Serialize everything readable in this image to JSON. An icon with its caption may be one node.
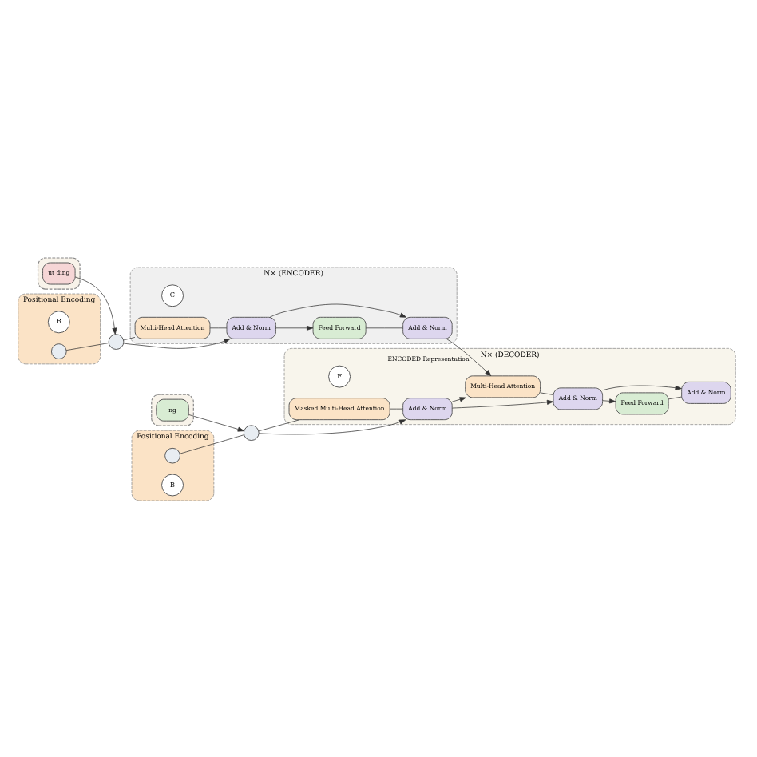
{
  "diagram": {
    "nodes": [
      {
        "text": [],
        "shape": "box"
      },
      {
        "text": [
          "ut ding"
        ],
        "in": 0
      },
      {
        "text": [
          "Positional Encoding"
        ]
      },
      {
        "text": [
          "B"
        ],
        "in": 2
      },
      {
        "text": [],
        "shape": "circle",
        "in": 2
      },
      {
        "text": [],
        "shape": "circle"
      },
      {
        "text": [
          "N× (ENCODER)"
        ]
      },
      {
        "text": [
          "C"
        ],
        "in": 6
      },
      {
        "text": [
          "Multi-Head Attention"
        ],
        "in": 6
      },
      {
        "text": [
          "Add & Norm"
        ],
        "in": 6
      },
      {
        "text": [
          "Feed Forward"
        ],
        "in": 6
      },
      {
        "text": [
          "Add & Norm"
        ],
        "in": 6
      },
      {
        "text": [],
        "shape": "box"
      },
      {
        "text": [
          "ng"
        ],
        "in": 12
      },
      {
        "text": [],
        "shape": "circle"
      },
      {
        "text": [
          "Positional Encoding"
        ]
      },
      {
        "text": [],
        "shape": "circle",
        "in": 15
      },
      {
        "text": [
          "B"
        ],
        "in": 15
      },
      {
        "text": [
          "N× (DECODER)"
        ]
      },
      {
        "text": [
          "F"
        ],
        "in": 18
      },
      {
        "text": [
          "Masked Multi-Head Attention"
        ],
        "in": 18
      },
      {
        "text": [
          "Add & Norm"
        ],
        "in": 18
      },
      {
        "text": [
          "Multi-Head Attention"
        ],
        "in": 18
      },
      {
        "text": [
          "Add & Norm"
        ],
        "in": 18
      },
      {
        "text": [
          "Feed Forward"
        ],
        "in": 18
      },
      {
        "text": [
          "Add & Norm"
        ],
        "in": 18
      }
    ],
    "edges": [
      {
        "from": 1,
        "to": 5,
        "arrow": "to"
      },
      {
        "from": 4,
        "to": 5,
        "arrow": "none"
      },
      {
        "from": 5,
        "to": 8,
        "arrow": "none"
      },
      {
        "from": 5,
        "to": 9,
        "arrow": "to"
      },
      {
        "from": 8,
        "to": 9,
        "arrow": "none"
      },
      {
        "from": 9,
        "to": 10,
        "arrow": "to"
      },
      {
        "from": 9,
        "to": 11,
        "arrow": "to"
      },
      {
        "from": 10,
        "to": 11,
        "arrow": "none"
      },
      {
        "from": 11,
        "to": 22,
        "arrow": "to",
        "label": "ENCODED Representation"
      },
      {
        "from": 13,
        "to": 14,
        "arrow": "to"
      },
      {
        "from": 16,
        "to": 14,
        "arrow": "none"
      },
      {
        "from": 14,
        "to": 20,
        "arrow": "none"
      },
      {
        "from": 14,
        "to": 21,
        "arrow": "to"
      },
      {
        "from": 20,
        "to": 21,
        "arrow": "none"
      },
      {
        "from": 21,
        "to": 22,
        "arrow": "to"
      },
      {
        "from": 21,
        "to": 23,
        "arrow": "to"
      },
      {
        "from": 22,
        "to": 23,
        "arrow": "none"
      },
      {
        "from": 23,
        "to": 24,
        "arrow": "to"
      },
      {
        "from": 23,
        "to": 25,
        "arrow": "to"
      },
      {
        "from": 24,
        "to": 25,
        "arrow": "none"
      }
    ]
  }
}
